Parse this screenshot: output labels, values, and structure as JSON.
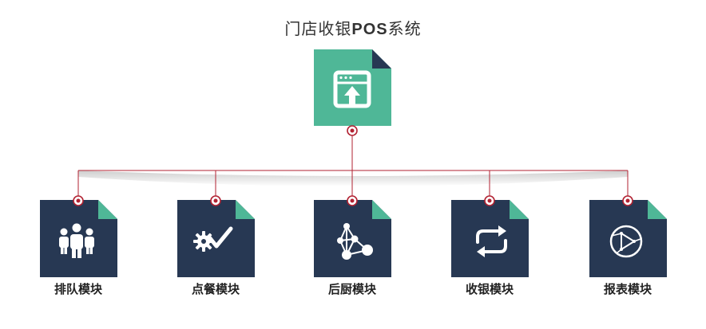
{
  "title": {
    "prefix": "门店收银",
    "emphasis": "POS",
    "suffix": "系统"
  },
  "colors": {
    "accent": "#4fb797",
    "dark": "#273853",
    "line": "#b22232"
  },
  "root": {
    "icon": "browser-upload-icon"
  },
  "modules": [
    {
      "label": "排队模块",
      "icon": "people-group-icon"
    },
    {
      "label": "点餐模块",
      "icon": "gear-check-icon"
    },
    {
      "label": "后厨模块",
      "icon": "network-nodes-icon"
    },
    {
      "label": "收银模块",
      "icon": "refresh-arrows-icon"
    },
    {
      "label": "报表模块",
      "icon": "circle-play-icon"
    }
  ]
}
